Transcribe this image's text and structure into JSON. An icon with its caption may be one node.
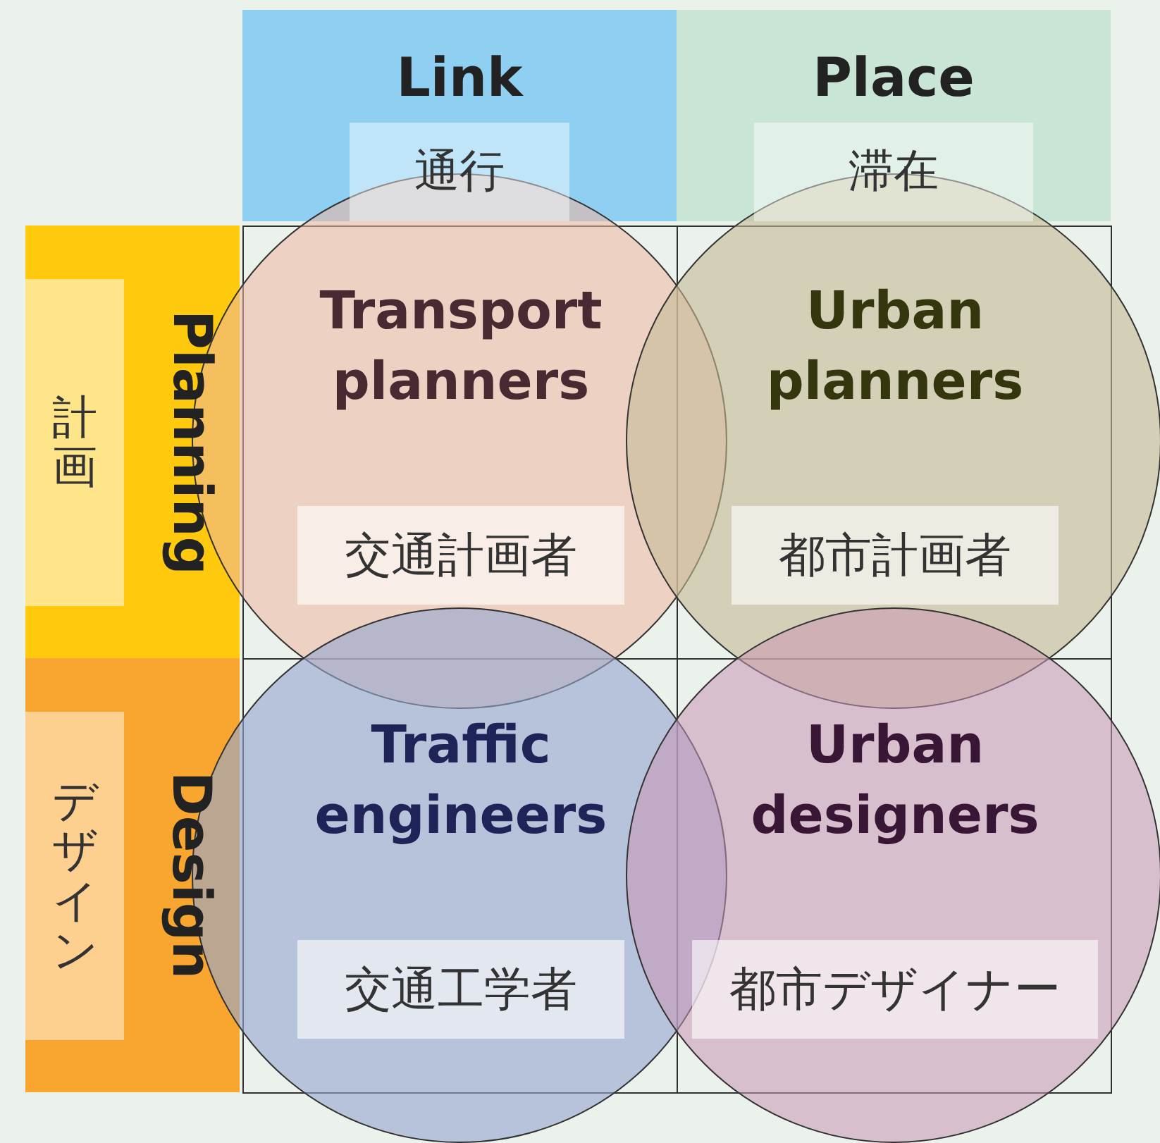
{
  "diagram": {
    "nodes": [
      {
        "text": [
          "Link",
          "通行"
        ]
      },
      {
        "text": [
          "Place",
          "滞在"
        ]
      },
      {
        "text": [
          "Planning",
          "計画"
        ]
      },
      {
        "text": [
          "Design",
          "デザイン"
        ]
      },
      {
        "text": [
          "Transport planners",
          "交通計画者"
        ]
      },
      {
        "text": [
          "Urban planners",
          "都市計画者"
        ]
      },
      {
        "text": [
          "Traffic engineers",
          "交通工学者"
        ]
      },
      {
        "text": [
          "Urban designers",
          "都市デザイナー"
        ]
      }
    ]
  }
}
